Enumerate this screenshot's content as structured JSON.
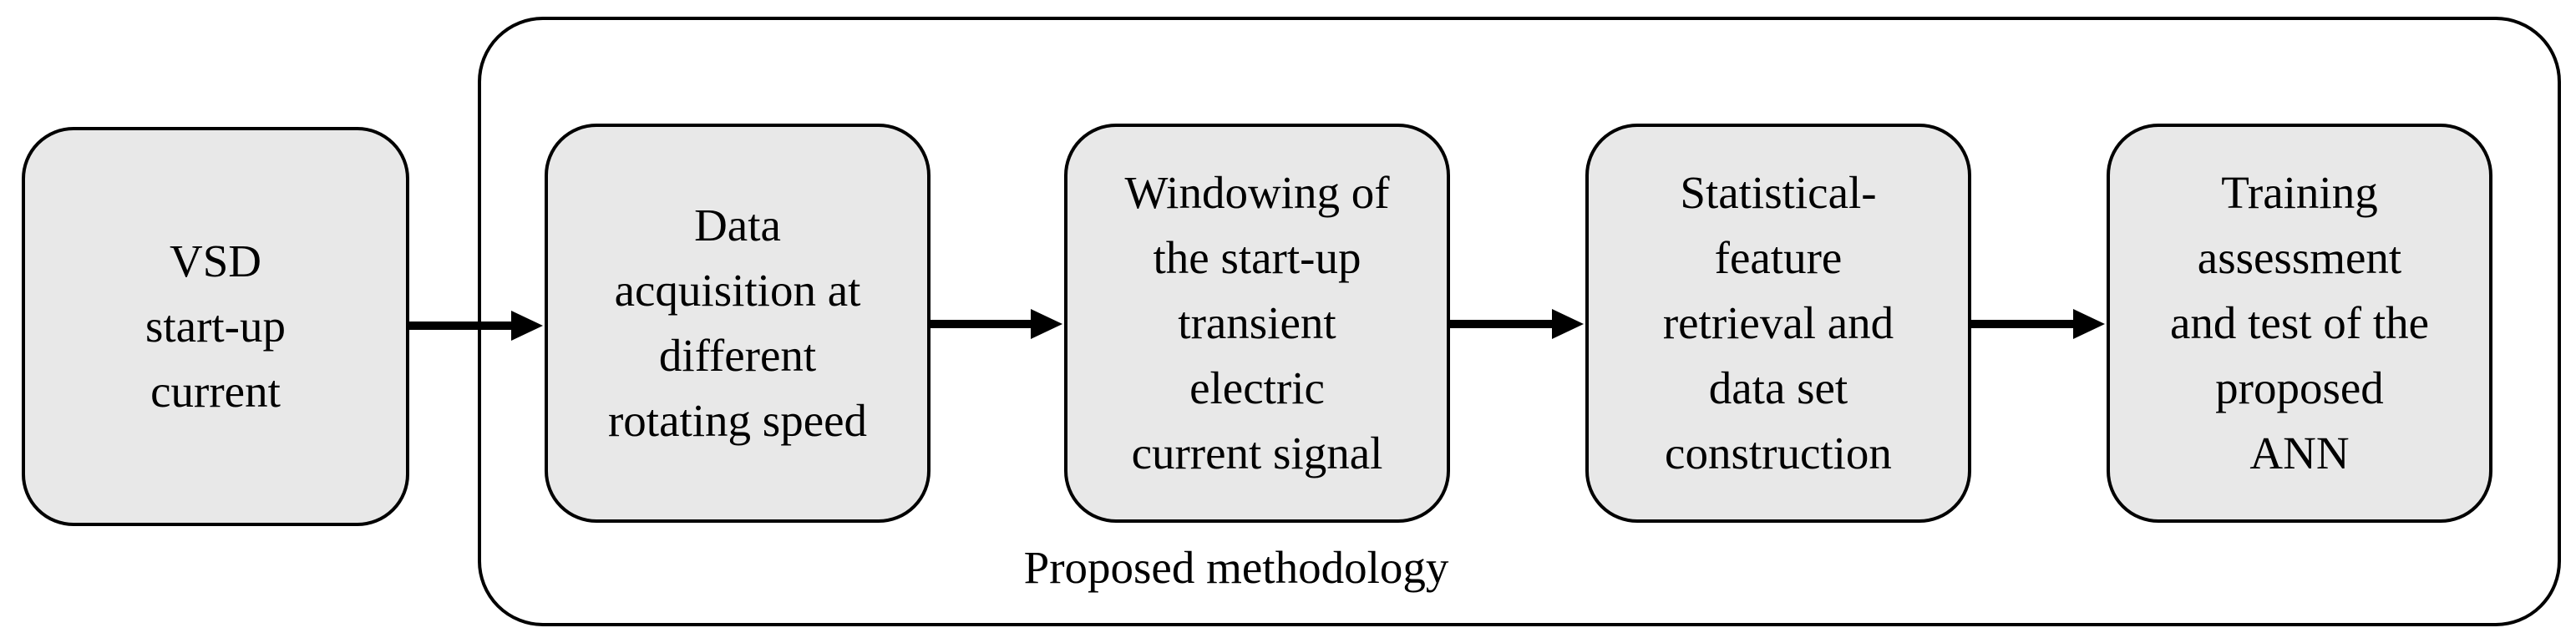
{
  "diagram": {
    "group_label": "Proposed methodology",
    "nodes": [
      {
        "lines": [
          "VSD",
          "start-up",
          "current"
        ]
      },
      {
        "lines": [
          "Data",
          "acquisition at",
          "different",
          "rotating speed"
        ]
      },
      {
        "lines": [
          "Windowing of",
          "the start-up",
          "transient",
          "electric",
          "current signal"
        ]
      },
      {
        "lines": [
          "Statistical-",
          "feature",
          "retrieval and",
          "data set",
          "construction"
        ]
      },
      {
        "lines": [
          "Training",
          "assessment",
          "and test of the",
          "proposed",
          "ANN"
        ]
      }
    ],
    "edges": [
      {
        "from": 0,
        "to": 1
      },
      {
        "from": 1,
        "to": 2
      },
      {
        "from": 2,
        "to": 3
      },
      {
        "from": 3,
        "to": 4
      }
    ]
  }
}
